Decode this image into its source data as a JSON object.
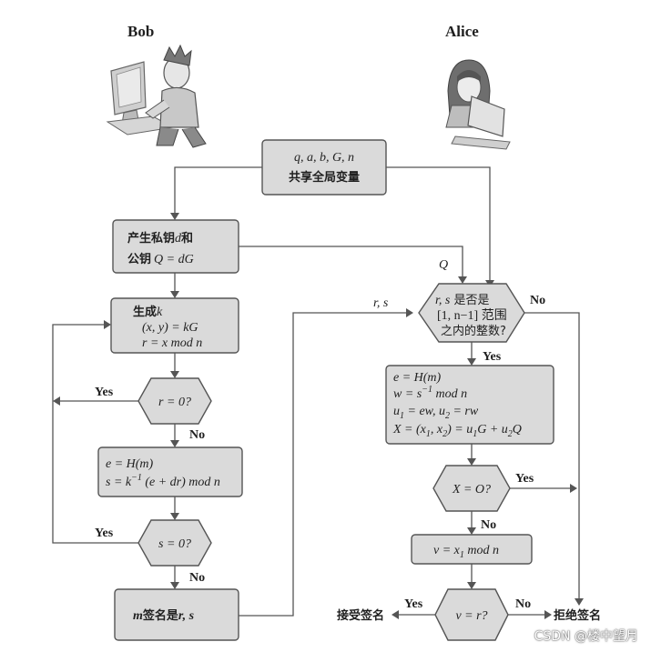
{
  "actors": {
    "bob": "Bob",
    "alice": "Alice"
  },
  "globals": {
    "params": "q, a, b, G, n",
    "label": "共享全局变量"
  },
  "keygen": {
    "line1_cn": "产生私钥",
    "line1_var": "d",
    "line1_and": "和",
    "line2_cn": "公钥",
    "line2_eq": "Q = dG"
  },
  "genk": {
    "title_cn": "生成",
    "title_var": "k",
    "line2": "(x, y) = kG",
    "line3": "r = x mod n"
  },
  "check_r": {
    "text": "r = 0?"
  },
  "sign_calc": {
    "line1": "e = H(m)",
    "line2a": "s = k",
    "line2sup": "−1",
    "line2b": " (e + dr) mod n"
  },
  "check_s": {
    "text": "s = 0?"
  },
  "signature": {
    "var_m": "m",
    "cn": "签名是",
    "rs": "r, s"
  },
  "range_check": {
    "line1a": "r, s",
    "line1b": " 是否是",
    "line2": "[1, n−1] 范围",
    "line3": "之内的整数?"
  },
  "verify_calc": {
    "line1": "e = H(m)",
    "line2a": "w = s",
    "line2sup": "−1",
    "line2b": " mod n",
    "line3a": "u",
    "line3s1": "1",
    "line3b": " = ew, u",
    "line3s2": "2",
    "line3c": " = rw",
    "line4a": "X = (x",
    "line4s1": "1",
    "line4b": ", x",
    "line4s2": "2",
    "line4c": ") = u",
    "line4s3": "1",
    "line4d": "G + u",
    "line4s4": "2",
    "line4e": "Q"
  },
  "check_X": {
    "text": "X = O?"
  },
  "v_calc": {
    "a": "v = x",
    "s": "1",
    "b": " mod n"
  },
  "check_v": {
    "text": "v = r?"
  },
  "labels": {
    "yes": "Yes",
    "no": "No",
    "q": "Q",
    "rs": "r, s"
  },
  "outcomes": {
    "accept": "接受签名",
    "reject": "拒绝签名"
  },
  "watermark": "CSDN @楼中望月",
  "colors": {
    "box_fill": "#dadada",
    "stroke": "#555555"
  },
  "icons": {
    "bob": "person-at-computer-icon",
    "alice": "woman-with-laptop-icon"
  }
}
